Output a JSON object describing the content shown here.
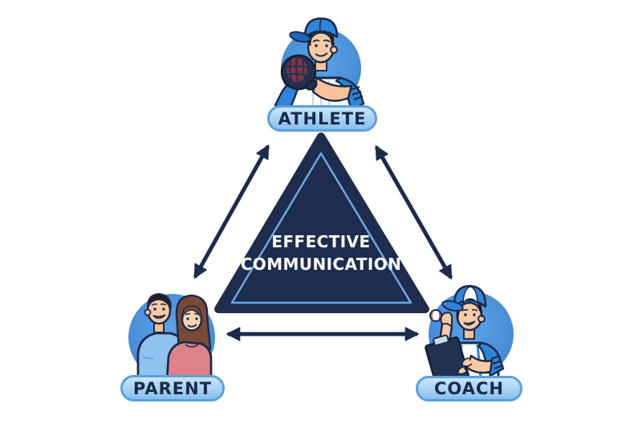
{
  "diagram": {
    "type": "triangle-communication-diagram",
    "center": {
      "line1": "EFFECTIVE",
      "line2": "COMMUNICATION"
    },
    "nodes": [
      {
        "id": "athlete",
        "label": "ATHLETE",
        "icon": "baseball-athlete-icon",
        "position": "top"
      },
      {
        "id": "parent",
        "label": "PARENT",
        "icon": "parents-icon",
        "position": "bottom-left"
      },
      {
        "id": "coach",
        "label": "COACH",
        "icon": "coach-clipboard-icon",
        "position": "bottom-right"
      }
    ],
    "connections": [
      {
        "from": "PARENT",
        "to": "ATHLETE",
        "style": "double-headed-arrow"
      },
      {
        "from": "COACH",
        "to": "ATHLETE",
        "style": "double-headed-arrow"
      },
      {
        "from": "PARENT",
        "to": "COACH",
        "style": "double-headed-arrow"
      }
    ],
    "colors": {
      "background": "#ffffff",
      "navy": "#1c2b4c",
      "triangle_fill": "#1e2c4e",
      "triangle_inner_border": "#6aa9e4",
      "node_circle_blue": "#4b92dc",
      "label_fill": "#a5d2f4",
      "label_border": "#5d9fdc",
      "label_text": "#1b2a4a",
      "center_text": "#ffffff"
    }
  }
}
